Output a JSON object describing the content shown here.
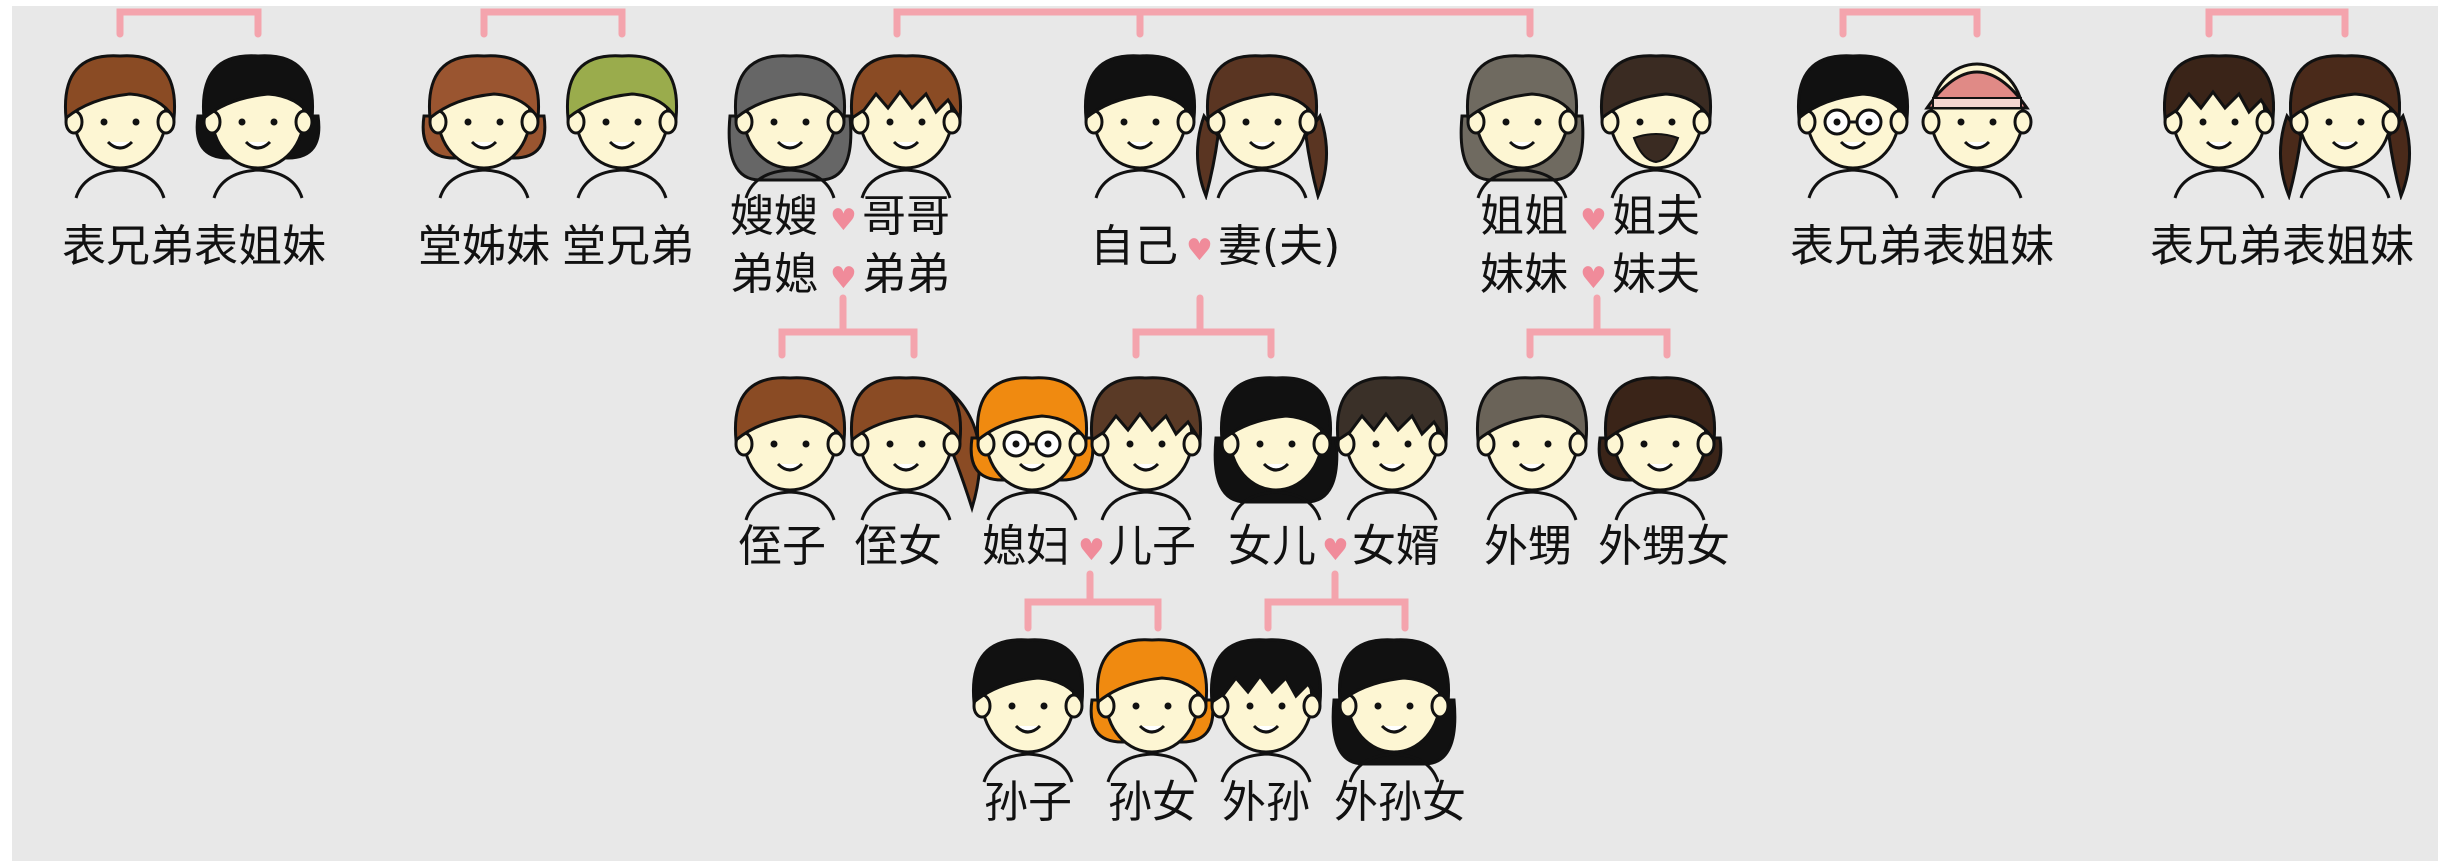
{
  "labels": {
    "g1a": "表兄弟",
    "g1b": "表姐妹",
    "g2a": "堂姊妹",
    "g2b": "堂兄弟",
    "g3_l1a": "嫂嫂",
    "g3_l1b": "哥哥",
    "g3_l2a": "弟媳",
    "g3_l2b": "弟弟",
    "g4a": "自己",
    "g4b": "妻(夫)",
    "g5_l1a": "姐姐",
    "g5_l1b": "姐夫",
    "g5_l2a": "妹妹",
    "g5_l2b": "妹夫",
    "g6a": "表兄弟",
    "g6b": "表姐妹",
    "g7a": "表兄弟",
    "g7b": "表姐妹",
    "nephew": "侄子",
    "niece": "侄女",
    "daughter_in_law": "媳妇",
    "son": "儿子",
    "daughter": "女儿",
    "son_in_law": "女婿",
    "sisters_son": "外甥",
    "sisters_daughter": "外甥女",
    "grandson": "孙子",
    "granddaughter": "孙女",
    "daughters_son": "外孙",
    "daughters_daughter": "外孙女"
  },
  "colors": {
    "background": "#e8e8e8",
    "connector": "#f4a4ad",
    "heart": "#f08b9a",
    "skin": "#fdf6d3"
  },
  "heart_glyph": "♥",
  "faces": [
    {
      "id": "cousin-m-1",
      "hair": "#8a4b24",
      "style": "short"
    },
    {
      "id": "cousin-f-1",
      "hair": "#111111",
      "style": "bob"
    },
    {
      "id": "paternal-cousin-f",
      "hair": "#9a5530",
      "style": "bob"
    },
    {
      "id": "paternal-cousin-m",
      "hair": "#9aac4c",
      "style": "short"
    },
    {
      "id": "sister-in-law",
      "hair": "#666666",
      "style": "long"
    },
    {
      "id": "brother",
      "hair": "#8a4b24",
      "style": "spiky"
    },
    {
      "id": "self",
      "hair": "#111111",
      "style": "short"
    },
    {
      "id": "spouse",
      "hair": "#5a3522",
      "style": "pigtail"
    },
    {
      "id": "sister",
      "hair": "#6f6a60",
      "style": "long"
    },
    {
      "id": "brother-in-law",
      "hair": "#3a2b22",
      "style": "beard"
    },
    {
      "id": "cousin-m-2",
      "hair": "#111111",
      "style": "glasses"
    },
    {
      "id": "cousin-f-2",
      "hair": "#2a2a2a",
      "style": "cap"
    },
    {
      "id": "cousin-m-3",
      "hair": "#3a2418",
      "style": "spiky"
    },
    {
      "id": "cousin-f-3",
      "hair": "#4a2a1a",
      "style": "braids"
    },
    {
      "id": "nephew",
      "hair": "#8a4b24",
      "style": "short"
    },
    {
      "id": "niece",
      "hair": "#8a4b24",
      "style": "ponytail"
    },
    {
      "id": "daughter-in-law",
      "hair": "#f08a10",
      "style": "glasses-bob"
    },
    {
      "id": "son",
      "hair": "#5a3a26",
      "style": "spiky"
    },
    {
      "id": "daughter",
      "hair": "#111111",
      "style": "long"
    },
    {
      "id": "son-in-law",
      "hair": "#3a3028",
      "style": "spiky"
    },
    {
      "id": "sisters-son",
      "hair": "#6a6358",
      "style": "short"
    },
    {
      "id": "sisters-daughter",
      "hair": "#3a2418",
      "style": "bob"
    },
    {
      "id": "grandson",
      "hair": "#111111",
      "style": "short"
    },
    {
      "id": "granddaughter",
      "hair": "#f08a10",
      "style": "bob"
    },
    {
      "id": "daughters-son",
      "hair": "#111111",
      "style": "spiky"
    },
    {
      "id": "daughters-daughter",
      "hair": "#111111",
      "style": "long"
    }
  ]
}
